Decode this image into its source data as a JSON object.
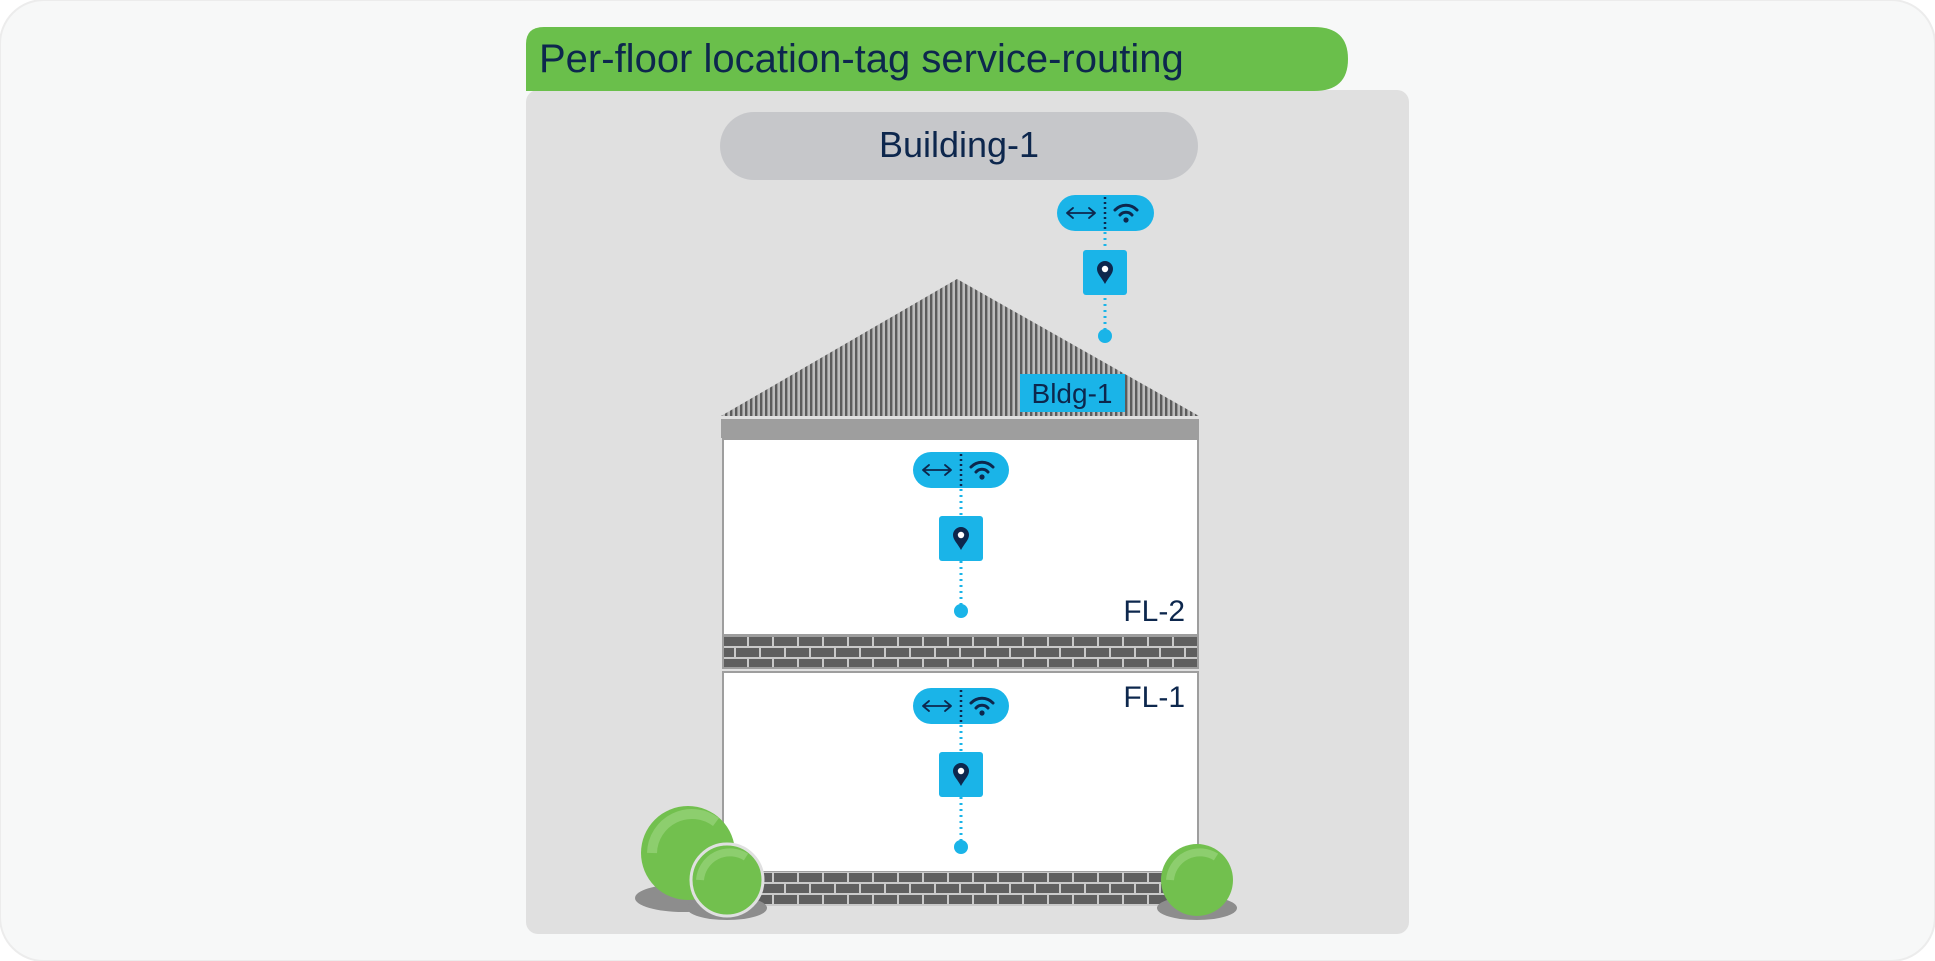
{
  "title": "Per-floor location-tag service-routing",
  "building_label": "Building-1",
  "roof_tag": "Bldg-1",
  "floors": [
    {
      "label": "FL-2"
    },
    {
      "label": "FL-1"
    }
  ],
  "icons": {
    "link": "bidirectional-arrow-icon",
    "wireless": "wifi-icon",
    "location": "location-pin-icon"
  },
  "colors": {
    "title_bar": "#6abf4b",
    "panel": "#e0e0e0",
    "accent": "#1ab4e8",
    "text": "#0d274d",
    "brick": "#5f5f5f",
    "shrub": "#72c04e"
  }
}
